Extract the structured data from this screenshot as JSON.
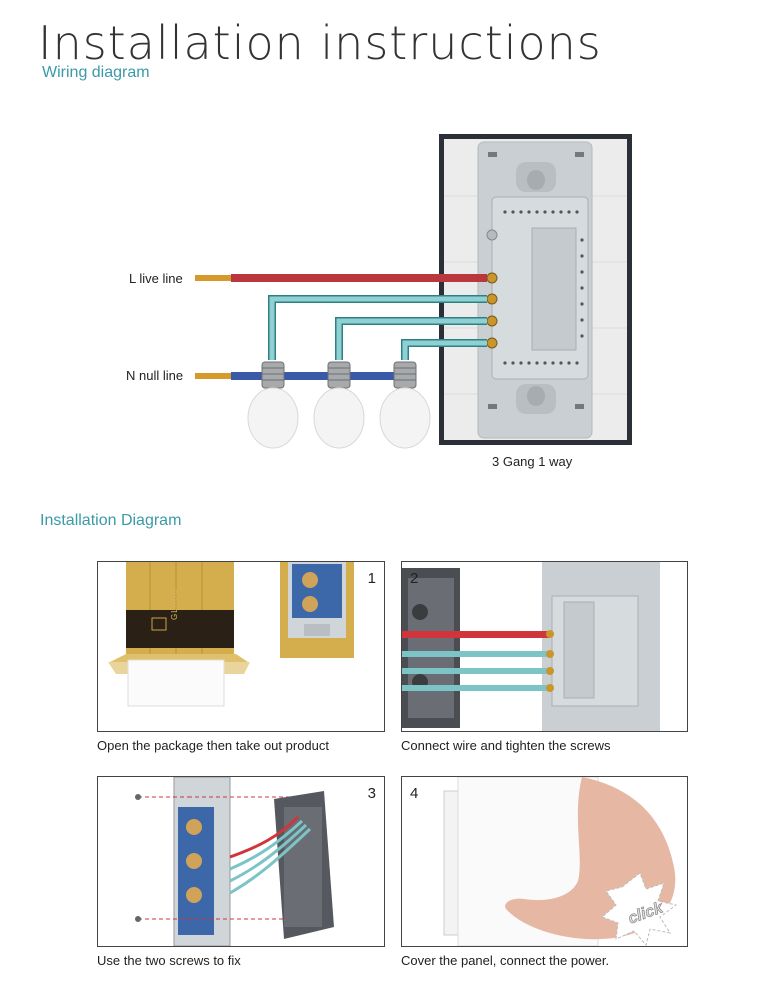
{
  "header": {
    "title": "Installation instructions",
    "subtitle": "Wiring diagram"
  },
  "wiring": {
    "live_label": "L live line",
    "null_label": "N null line",
    "switch_caption": "3 Gang 1 way",
    "colors": {
      "live": "#b8383e",
      "null": "#3a5aa8",
      "load": "#7cc4c6",
      "frame": "#2a2f38"
    }
  },
  "installation": {
    "section_title": "Installation Diagram",
    "steps": [
      {
        "number": "1",
        "caption": "Open the package then take out product",
        "box_text": "GLASS"
      },
      {
        "number": "2",
        "caption": "Connect wire and tighten the screws"
      },
      {
        "number": "3",
        "caption": "Use the two screws to fix"
      },
      {
        "number": "4",
        "caption": "Cover the panel, connect the power.",
        "click_text": "click"
      }
    ]
  }
}
